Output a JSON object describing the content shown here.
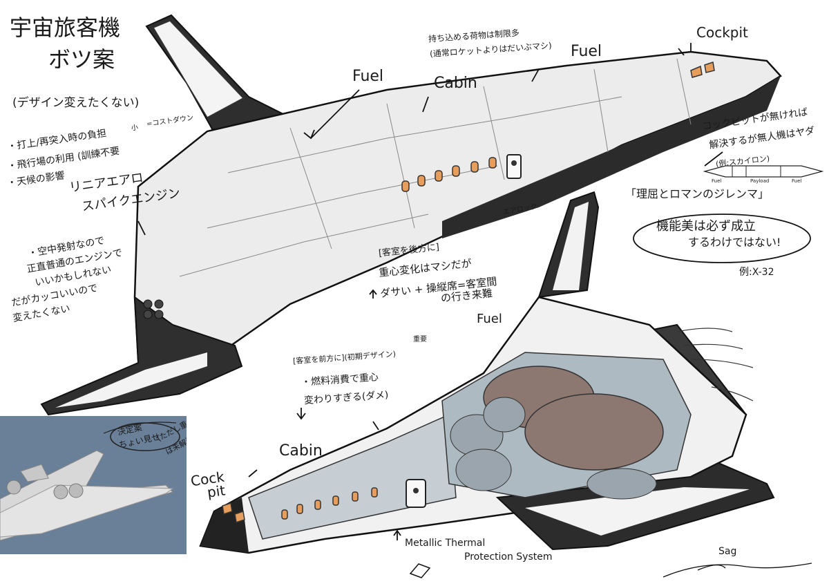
{
  "title": {
    "line1": "宇宙旅客機",
    "line2": "ボツ案"
  },
  "subtitle": "(デザイン変えたくない)",
  "notes_left": [
    "・打上/再突入時の負担",
    "・飛行場の利用 (訓練不要",
    "・天候の影響",
    "リニアエアロ",
    "スパイクエンジン"
  ],
  "badges": {
    "small": "小",
    "cost": "=コストダウン"
  },
  "air_launch_notes": [
    "・空中発射なので",
    "正直普通のエンジンで",
    "いいかもしれない",
    "だがカッコいいので",
    "変えたくない"
  ],
  "top_notes": [
    "持ち込める荷物は制限多",
    "(通常ロケットよりはだいぶマシ)"
  ],
  "labels_top": {
    "fuel_left": "Fuel",
    "cabin": "Cabin",
    "fuel_right": "Fuel",
    "cockpit": "Cockpit",
    "airlock": "エアロック"
  },
  "right_notes": {
    "cockpit_q1": "コックピットが無ければ",
    "cockpit_q2": "解決するが無人機はヤダ",
    "example": "(例:スカイロン)",
    "diagram_labels": [
      "Fuel",
      "Payload",
      "Fuel"
    ],
    "dilemma": "「理屈とロマンのジレンマ」",
    "beauty_line1": "機能美は必ず成立",
    "beauty_line2": "するわけではない!",
    "x32": "例:X-32"
  },
  "middle_notes": [
    "[客室を後方に]",
    "重心変化はマシだが",
    "ダサい + 操縦席=客室間",
    "の行き来難"
  ],
  "bottom_notes": {
    "front": "[客室を前方に](初期デザイン)",
    "badge": "重要",
    "line1": "・燃料消費で重心",
    "line2": "変わりすぎる(ダメ)",
    "fuel": "Fuel",
    "cabin": "Cabin",
    "cock": "Cock",
    "pit": "pit",
    "metallic1": "Metallic Thermal",
    "metallic2": "Protection System"
  },
  "inset": {
    "line1": "決定案",
    "line2": "ちょい見せ",
    "line3": "(ただし重心",
    "line4": "は未解決)"
  },
  "signature": "Sag"
}
